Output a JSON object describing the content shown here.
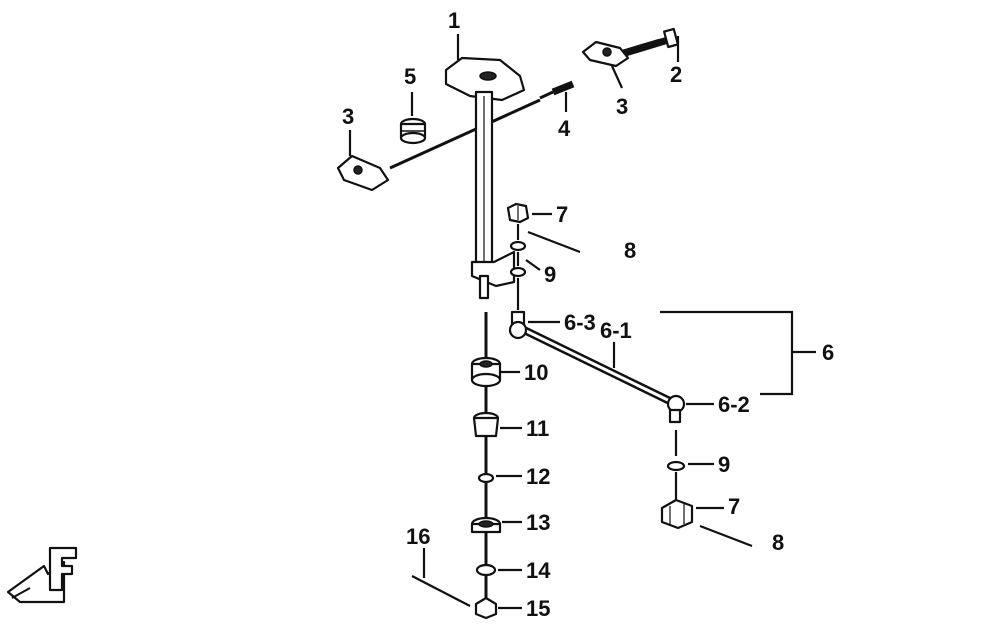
{
  "labels": {
    "l1": "1",
    "l2": "2",
    "l3a": "3",
    "l3b": "3",
    "l4": "4",
    "l5": "5",
    "l6": "6",
    "l6_1": "6-1",
    "l6_2": "6-2",
    "l6_3": "6-3",
    "l7a": "7",
    "l7b": "7",
    "l8a": "8",
    "l8b": "8",
    "l9a": "9",
    "l9b": "9",
    "l10": "10",
    "l11": "11",
    "l12": "12",
    "l13": "13",
    "l14": "14",
    "l15": "15",
    "l16": "16"
  },
  "icons": {
    "front_indicator": "front-arrow-F-icon"
  }
}
